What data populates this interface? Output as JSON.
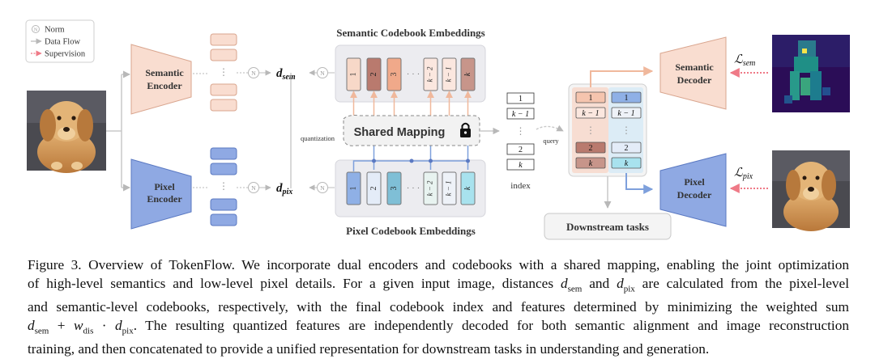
{
  "legend": {
    "norm": "Norm",
    "data_flow": "Data Flow",
    "supervision": "Supervision",
    "norm_symbol": "N"
  },
  "semantic_codebook": {
    "title": "Semantic Codebook Embeddings",
    "cells": [
      "1",
      "2",
      "3",
      "k − 2",
      "k − 1",
      "k"
    ],
    "ellipsis": "· · ·"
  },
  "pixel_codebook": {
    "title": "Pixel Codebook Embeddings",
    "cells": [
      "1",
      "2",
      "3",
      "k − 2",
      "k − 1",
      "k"
    ],
    "ellipsis": "· · ·"
  },
  "encoders": {
    "semantic": [
      "Semantic",
      "Encoder"
    ],
    "pixel": [
      "Pixel",
      "Encoder"
    ]
  },
  "decoders": {
    "semantic": [
      "Semantic",
      "Decoder"
    ],
    "pixel": [
      "Pixel",
      "Decoder"
    ]
  },
  "distances": {
    "sem": {
      "base": "d",
      "sub": "sem"
    },
    "pix": {
      "base": "d",
      "sub": "pix"
    }
  },
  "losses": {
    "sem": {
      "base": "ℒ",
      "sub": "sem"
    },
    "pix": {
      "base": "ℒ",
      "sub": "pix"
    }
  },
  "shared_mapping": "Shared Mapping",
  "quantization_label": "quantization",
  "query_label": "query",
  "index": {
    "label": "index",
    "cells": [
      "1",
      "k − 1",
      "2",
      "k"
    ]
  },
  "combined": {
    "left": [
      "1",
      "k − 1",
      "2",
      "k"
    ],
    "right": [
      "1",
      "k − 1",
      "2",
      "k"
    ]
  },
  "downstream": "Downstream tasks",
  "caption": {
    "lines": [
      "Figure 3. Overview of TokenFlow. We incorporate dual encoders and codebooks with a shared mapping, enabling the joint optimization",
      "of high-level semantics and low-level pixel details. For a given input image, distances d_sem and d_pix are calculated from the pixel-level",
      "and semantic-level codebooks, respectively, with the final codebook index and features determined by minimizing the weighted sum",
      "d_sem + w_dis · d_pix. The resulting quantized features are independently decoded for both semantic alignment and image reconstruction",
      "training, and then concatenated to provide a unified representation for downstream tasks in understanding and generation."
    ]
  },
  "colors": {
    "semantic_fill": "#f9ddd0",
    "semantic_stroke": "#d9a58e",
    "pixel_fill": "#8fa9e3",
    "pixel_stroke": "#5b79c2",
    "sem_arrow": "#f0b89c",
    "pix_arrow": "#7ea0dc",
    "gray_arrow": "#b8b8b8",
    "supervision": "#ef7a87",
    "codebook_bg": "#ececf0",
    "combined_left": "#f7ddd2",
    "combined_right": "#dcecf6"
  },
  "images": {
    "input": "golden-retriever-puppy-photo",
    "semantic_output": "semantic-feature-map",
    "pixel_output": "reconstructed-puppy-photo"
  }
}
